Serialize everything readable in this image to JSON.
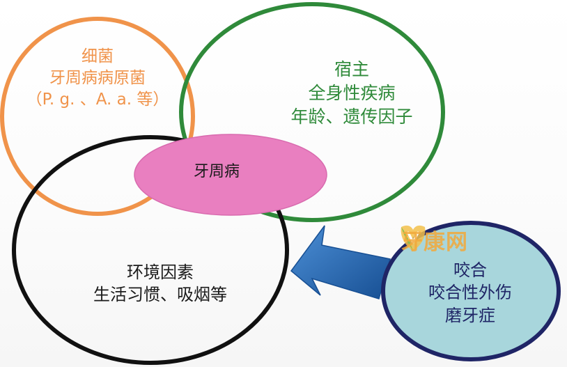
{
  "diagram": {
    "center": {
      "label": "牙周病",
      "fill": "#e97fc0"
    },
    "bacteria": {
      "lines": [
        "细菌",
        "牙周病病原菌",
        "（P. g. 、A. a. 等）"
      ],
      "color": "#f0934a"
    },
    "host": {
      "lines": [
        "宿主",
        "全身性疾病",
        "年龄、遗传因子"
      ],
      "color": "#2f8a3a"
    },
    "environment": {
      "lines": [
        "环境因素",
        "生活习惯、吸烟等"
      ],
      "color": "#1a1a1a"
    },
    "occlusion": {
      "lines": [
        "咬合",
        "咬合性外伤",
        "磨牙症"
      ],
      "color": "#1f2566",
      "fill": "#a8d6dc"
    },
    "arrow": {
      "color": "#2f6fb8"
    }
  },
  "watermark": {
    "text": "牙康网",
    "color": "#f2a93b",
    "icon": "leaf-tooth-logo-icon"
  }
}
